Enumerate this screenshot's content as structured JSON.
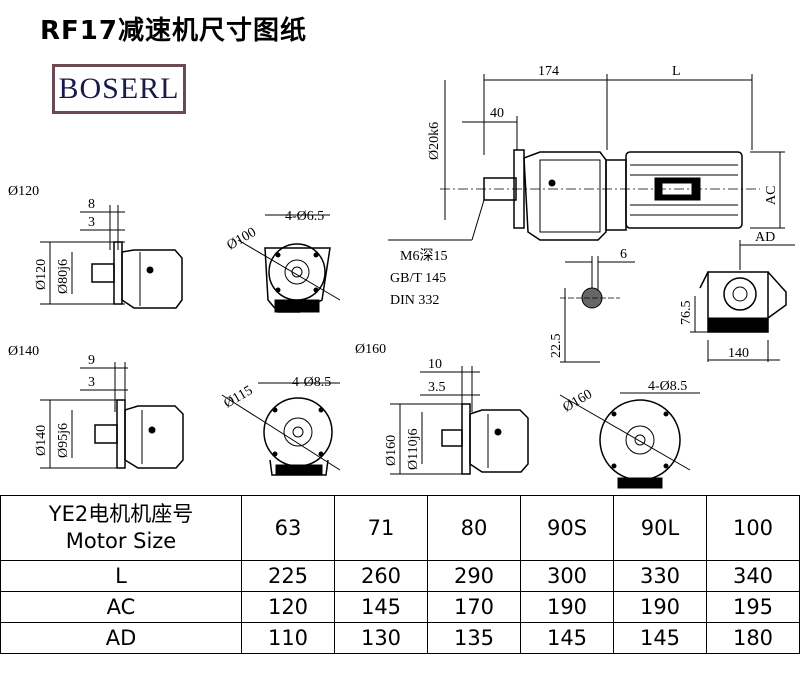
{
  "title": "RF17减速机尺寸图纸",
  "brand": "BOSERL",
  "main_view": {
    "dim_174": "174",
    "dim_L": "L",
    "dim_40": "40",
    "dim_shaft": "Ø20k6",
    "dim_AC": "AC",
    "note_lines": [
      "M6深15",
      "GB/T 145",
      "DIN 332"
    ]
  },
  "key_view": {
    "dim_6": "6",
    "dim_22_5": "22.5"
  },
  "end_view": {
    "dim_AD": "AD",
    "dim_76_5": "76.5",
    "dim_140": "140"
  },
  "flanges": [
    {
      "label": "Ø120",
      "dim_top": "8",
      "dim_small": "3",
      "dim_outer": "Ø120",
      "dim_spigot": "Ø80j6",
      "pcd": "Ø100",
      "holes": "4-Ø6.5"
    },
    {
      "label": "Ø140",
      "dim_top": "9",
      "dim_small": "3",
      "dim_outer": "Ø140",
      "dim_spigot": "Ø95j6",
      "pcd": "Ø115",
      "holes": "4-Ø8.5"
    },
    {
      "label": "Ø160",
      "dim_top": "10",
      "dim_small": "3.5",
      "dim_outer": "Ø160",
      "dim_spigot": "Ø110j6",
      "pcd": "Ø160",
      "holes": "4-Ø8.5"
    }
  ],
  "table": {
    "header_line1": "YE2电机机座号",
    "header_line2": "Motor Size",
    "sizes": [
      "63",
      "71",
      "80",
      "90S",
      "90L",
      "100"
    ],
    "rows": [
      {
        "label": "L",
        "values": [
          "225",
          "260",
          "290",
          "300",
          "330",
          "340"
        ]
      },
      {
        "label": "AC",
        "values": [
          "120",
          "145",
          "170",
          "190",
          "190",
          "195"
        ]
      },
      {
        "label": "AD",
        "values": [
          "110",
          "130",
          "135",
          "145",
          "145",
          "180"
        ]
      }
    ]
  }
}
